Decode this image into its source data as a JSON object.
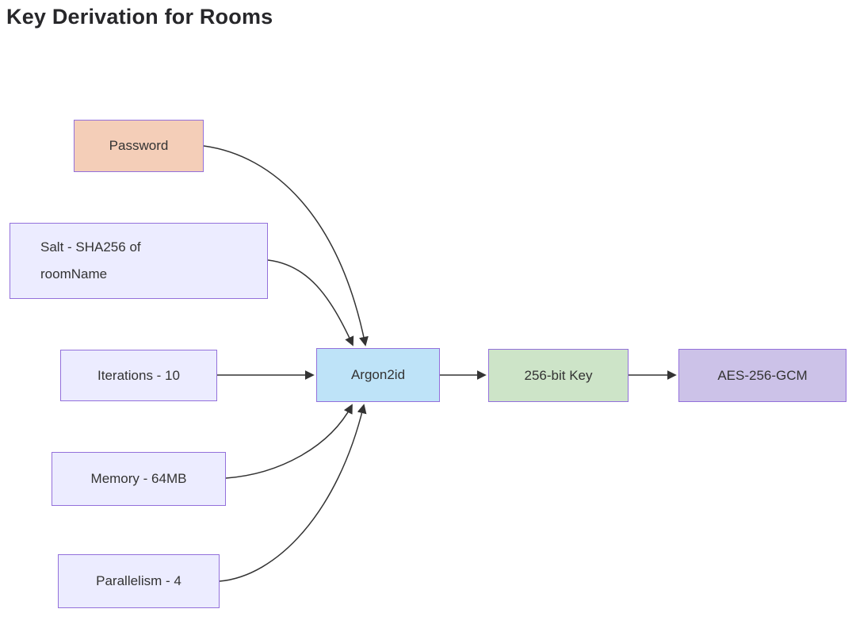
{
  "title": "Key Derivation for Rooms",
  "nodes": {
    "password": {
      "label": "Password"
    },
    "salt": {
      "label": "Salt - SHA256 of\nroomName"
    },
    "iterations": {
      "label": "Iterations - 10"
    },
    "memory": {
      "label": "Memory - 64MB"
    },
    "parallelism": {
      "label": "Parallelism - 4"
    },
    "argon2id": {
      "label": "Argon2id"
    },
    "key256": {
      "label": "256-bit Key"
    },
    "aes": {
      "label": "AES-256-GCM"
    }
  },
  "edges": [
    {
      "from": "password",
      "to": "argon2id"
    },
    {
      "from": "salt",
      "to": "argon2id"
    },
    {
      "from": "iterations",
      "to": "argon2id"
    },
    {
      "from": "memory",
      "to": "argon2id"
    },
    {
      "from": "parallelism",
      "to": "argon2id"
    },
    {
      "from": "argon2id",
      "to": "key256"
    },
    {
      "from": "key256",
      "to": "aes"
    }
  ],
  "colors": {
    "password_fill": "#f4ceb8",
    "input_fill": "#ececff",
    "argon2id_fill": "#bee3f8",
    "key_fill": "#cde4c8",
    "aes_fill": "#ccc2e8",
    "node_border": "#9370db",
    "edge_stroke": "#333333",
    "node_text": "#333333",
    "title_text": "#27272a"
  }
}
